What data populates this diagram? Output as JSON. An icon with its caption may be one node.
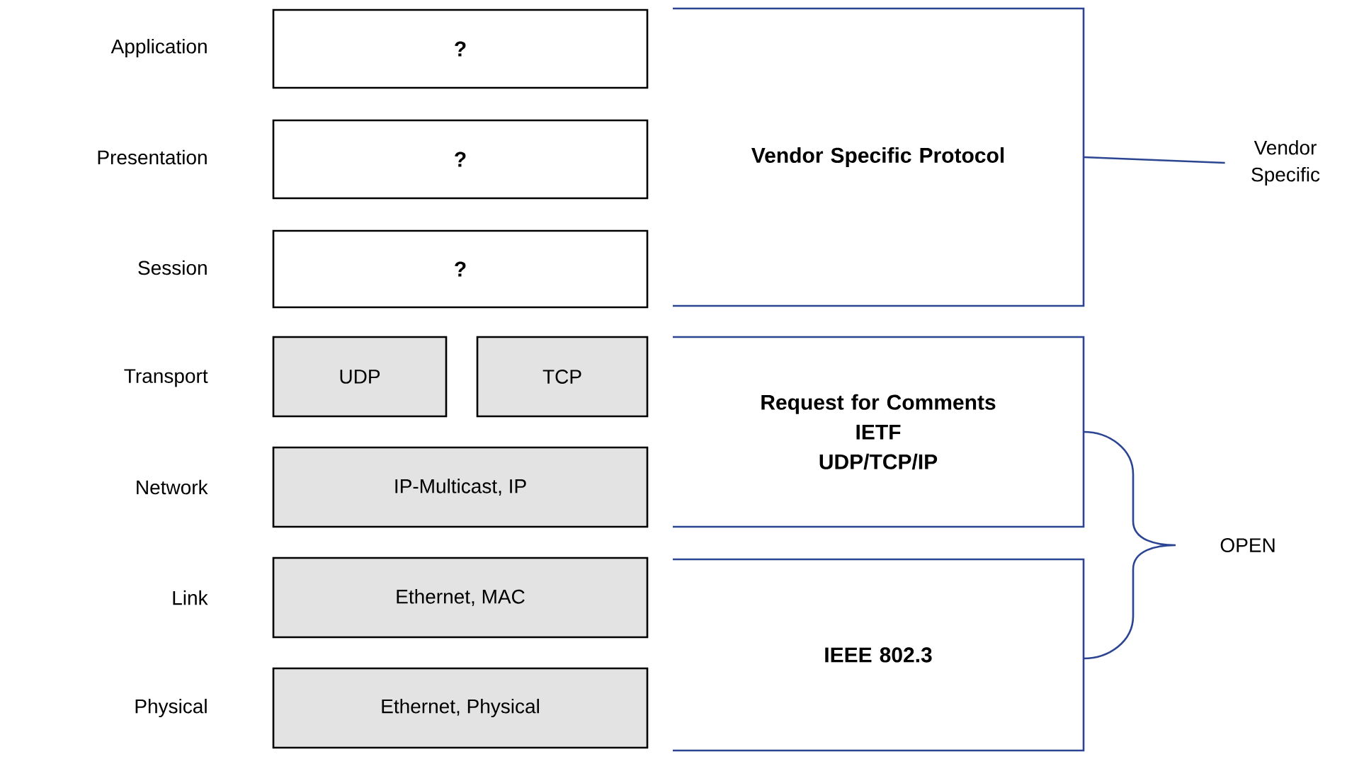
{
  "diagram": {
    "nodes": [
      {
        "text": [
          "?"
        ]
      },
      {
        "text": [
          "Vendor Specific Protocol"
        ]
      },
      {
        "text": [
          "Vendor Specific"
        ]
      },
      {
        "text": [
          "?"
        ]
      },
      {
        "text": [
          "?"
        ]
      },
      {
        "text": [
          "UDP"
        ]
      },
      {
        "text": [
          "TCP"
        ]
      },
      {
        "text": [
          "Request for Comments",
          "IETF",
          "UDP/TCP/IP"
        ]
      },
      {
        "text": [
          "IP-Multicast, IP"
        ]
      },
      {
        "text": [
          "Ethernet, MAC"
        ]
      },
      {
        "text": [
          "IEEE 802.3"
        ]
      },
      {
        "text": [
          "Ethernet, Physical"
        ]
      }
    ],
    "edges": [
      {
        "from": 1,
        "to": 2,
        "arrow": "none"
      }
    ],
    "labels": [
      "Application",
      "Presentation",
      "Session",
      "Transport",
      "Network",
      "OPEN",
      "Link",
      "Physical"
    ]
  }
}
